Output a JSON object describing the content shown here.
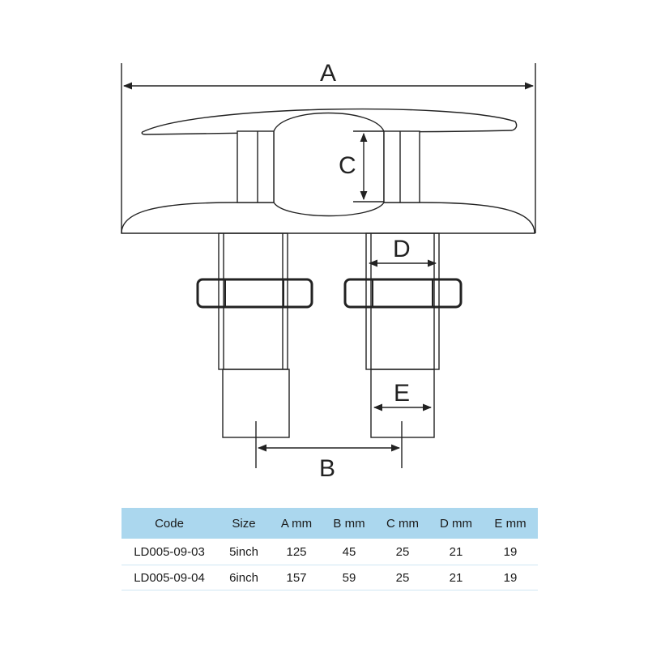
{
  "labels": {
    "a": "A",
    "b": "B",
    "c": "C",
    "d": "D",
    "e": "E"
  },
  "table": {
    "headers": [
      "Code",
      "Size",
      "A mm",
      "B mm",
      "C mm",
      "D mm",
      "E mm"
    ],
    "rows": [
      [
        "LD005-09-03",
        "5inch",
        "125",
        "45",
        "25",
        "21",
        "19"
      ],
      [
        "LD005-09-04",
        "6inch",
        "157",
        "59",
        "25",
        "21",
        "19"
      ]
    ]
  },
  "colors": {
    "header_bg": "#abd7ee",
    "line": "#222222"
  }
}
